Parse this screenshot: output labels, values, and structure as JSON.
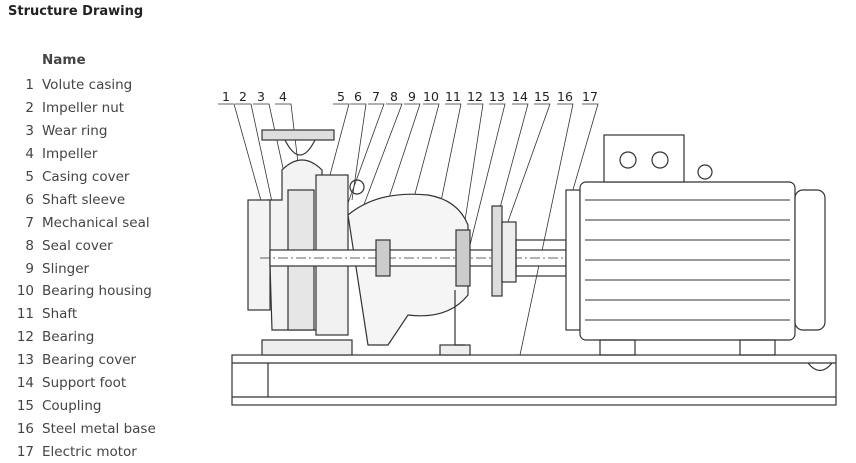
{
  "title": "Structure Drawing",
  "list_header": "Name",
  "parts": [
    {
      "no": "1",
      "name": "Volute casing"
    },
    {
      "no": "2",
      "name": "Impeller nut"
    },
    {
      "no": "3",
      "name": "Wear ring"
    },
    {
      "no": "4",
      "name": "Impeller"
    },
    {
      "no": "5",
      "name": "Casing cover"
    },
    {
      "no": "6",
      "name": "Shaft sleeve"
    },
    {
      "no": "7",
      "name": "Mechanical seal"
    },
    {
      "no": "8",
      "name": "Seal cover"
    },
    {
      "no": "9",
      "name": "Slinger"
    },
    {
      "no": "10",
      "name": "Bearing housing"
    },
    {
      "no": "11",
      "name": "Shaft"
    },
    {
      "no": "12",
      "name": "Bearing"
    },
    {
      "no": "13",
      "name": "Bearing cover"
    },
    {
      "no": "14",
      "name": "Support foot"
    },
    {
      "no": "15",
      "name": "Coupling"
    },
    {
      "no": "16",
      "name": "Steel metal base"
    },
    {
      "no": "17",
      "name": "Electric motor"
    }
  ]
}
